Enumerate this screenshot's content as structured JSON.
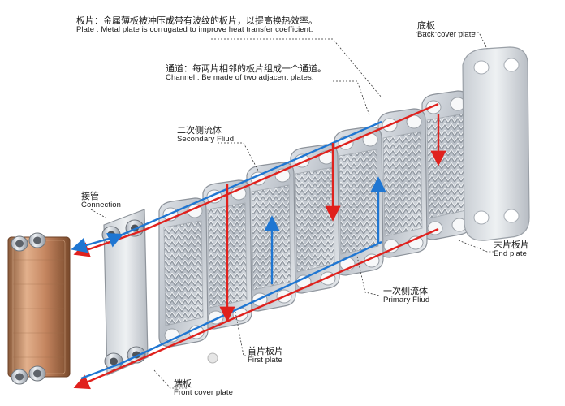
{
  "labels": {
    "plate": {
      "zh": "板片：金属薄板被冲压成带有波纹的板片，以提高换热效率。",
      "en": "Plate : Metal plate is corrugated to improve heat transfer coefficient."
    },
    "channel": {
      "zh": "通道：每两片相邻的板片组成一个通道。",
      "en": "Channel : Be made of two adjacent plates."
    },
    "secondary_fluid": {
      "zh": "二次侧流体",
      "en": "Secondary Fliud"
    },
    "connection": {
      "zh": "接管",
      "en": "Connection"
    },
    "back_cover_plate": {
      "zh": "底板",
      "en": "Back cover plate"
    },
    "end_plate": {
      "zh": "末片板片",
      "en": "End plate"
    },
    "primary_fluid": {
      "zh": "一次侧流体",
      "en": "Primary Fliud"
    },
    "first_plate": {
      "zh": "首片板片",
      "en": "First plate"
    },
    "front_cover_plate": {
      "zh": "端板",
      "en": "Front cover plate"
    }
  },
  "colors": {
    "primary_flow": "#e0211d",
    "secondary_flow": "#1f76d2",
    "plate_metal": "#c9ced6",
    "copper": "#c98c62",
    "leader_line": "#333333"
  },
  "icons": {
    "flow_arrow": "arrow-icon",
    "port": "port-ring-icon"
  }
}
